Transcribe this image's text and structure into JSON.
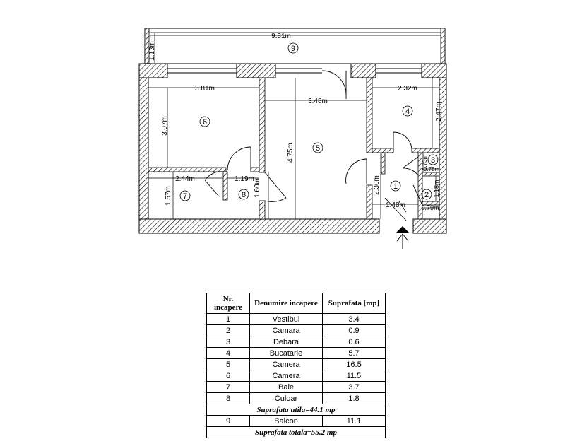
{
  "plan": {
    "dimensions": {
      "balcony_length": "9.81m",
      "balcony_depth": "1.13m",
      "room6_width": "3.81m",
      "room6_height": "3.07m",
      "room5_width": "3.48m",
      "room5_height": "4.75m",
      "room4_width": "2.32m",
      "room4_height": "2.47m",
      "room7_width": "2.44m",
      "room7_height": "1.57m",
      "room8_width": "1.19m",
      "room8_height": "1.60m",
      "room1_height": "2.30m",
      "room1_width": "1.48m",
      "room3_height": "0.73m",
      "room3_width": "0.78m",
      "room2_height": "1.18m",
      "room2_width": "0.79m"
    },
    "room_numbers": [
      "1",
      "2",
      "3",
      "4",
      "5",
      "6",
      "7",
      "8",
      "9"
    ]
  },
  "legend": {
    "headers": {
      "nr": "Nr. incapere",
      "name": "Denumire incapere",
      "area": "Suprafata [mp]"
    },
    "rows": [
      {
        "nr": "1",
        "name": "Vestibul",
        "area": "3.4"
      },
      {
        "nr": "2",
        "name": "Camara",
        "area": "0.9"
      },
      {
        "nr": "3",
        "name": "Debara",
        "area": "0.6"
      },
      {
        "nr": "4",
        "name": "Bucatarie",
        "area": "5.7"
      },
      {
        "nr": "5",
        "name": "Camera",
        "area": "16.5"
      },
      {
        "nr": "6",
        "name": "Camera",
        "area": "11.5"
      },
      {
        "nr": "7",
        "name": "Baie",
        "area": "3.7"
      },
      {
        "nr": "8",
        "name": "Culoar",
        "area": "1.8"
      }
    ],
    "subtotal": "Suprafata utila=44.1 mp",
    "balcony_row": {
      "nr": "9",
      "name": "Balcon",
      "area": "11.1"
    },
    "total": "Suprafata totala=55.2 mp"
  }
}
